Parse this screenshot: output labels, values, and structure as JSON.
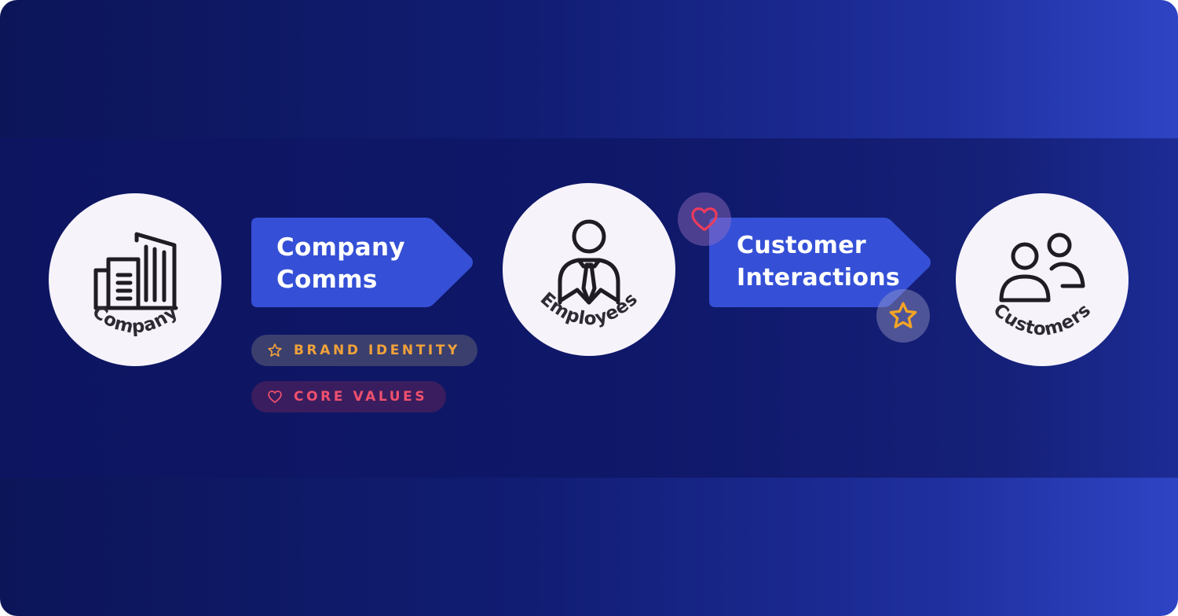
{
  "nodes": {
    "company": {
      "label": "Company"
    },
    "employees": {
      "label": "Employees"
    },
    "customers": {
      "label": "Customers"
    }
  },
  "arrows": {
    "company_comms": {
      "line1": "Company",
      "line2": "Comms"
    },
    "customer_interactions": {
      "line1": "Customer",
      "line2": "Interactions"
    }
  },
  "tags": {
    "brand_identity": {
      "label": "BRAND IDENTITY",
      "icon": "star-icon",
      "color": "#f2a23a"
    },
    "core_values": {
      "label": "CORE VALUES",
      "icon": "heart-icon",
      "color": "#f0506e"
    }
  },
  "badges": {
    "heart": {
      "icon": "heart-icon",
      "color": "#ef3b5c"
    },
    "star": {
      "icon": "star-icon",
      "color": "#f5a524"
    }
  },
  "colors": {
    "background_start": "#0c1558",
    "background_end": "#2e44c4",
    "arrow_fill": "#3550d6",
    "node_fill": "#f6f3fb",
    "icon_stroke": "#1f1c24"
  }
}
